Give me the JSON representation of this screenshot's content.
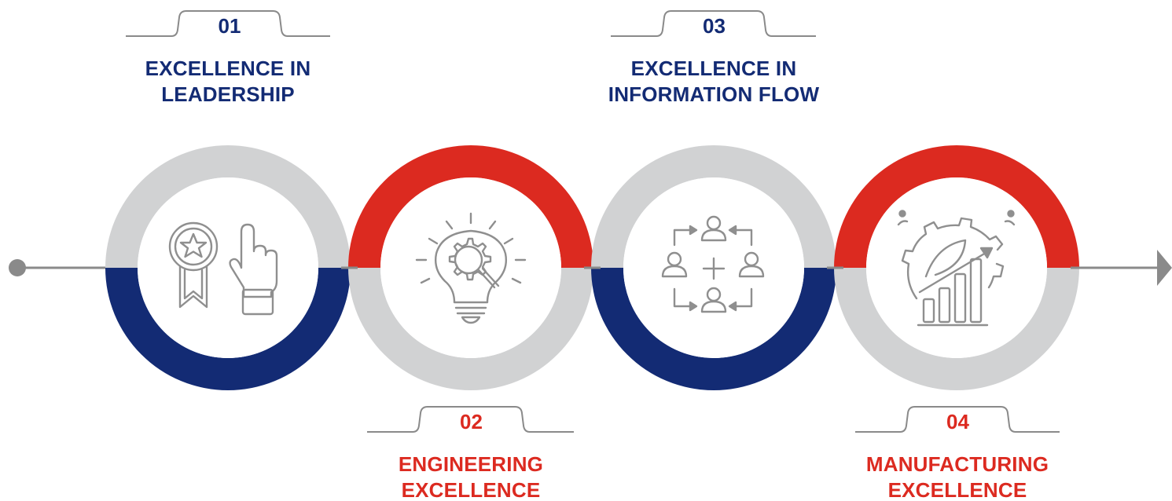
{
  "colors": {
    "navy": "#132b74",
    "red": "#dc2a20",
    "grey_ring": "#d1d2d3",
    "icon_grey": "#8f8f8f",
    "line_grey": "#8a8a8a",
    "node_grey": "#8a8a8a"
  },
  "steps": [
    {
      "number": "01",
      "title": "EXCELLENCE IN\nLEADERSHIP",
      "text_color": "#132b74",
      "ring_top": "#d1d2d3",
      "ring_bottom": "#132b74",
      "icon": "award-ribbon-and-pointing-hand-icon"
    },
    {
      "number": "02",
      "title": "ENGINEERING\nEXCELLENCE",
      "text_color": "#dc2a20",
      "ring_top": "#dc2a20",
      "ring_bottom": "#d1d2d3",
      "icon": "lightbulb-gear-magnifier-icon"
    },
    {
      "number": "03",
      "title": "EXCELLENCE IN\nINFORMATION FLOW",
      "text_color": "#132b74",
      "ring_top": "#d1d2d3",
      "ring_bottom": "#132b74",
      "icon": "team-collaboration-arrows-icon"
    },
    {
      "number": "04",
      "title": "MANUFACTURING\nEXCELLENCE",
      "text_color": "#dc2a20",
      "ring_top": "#dc2a20",
      "ring_bottom": "#d1d2d3",
      "icon": "gear-growth-chart-icon"
    }
  ]
}
